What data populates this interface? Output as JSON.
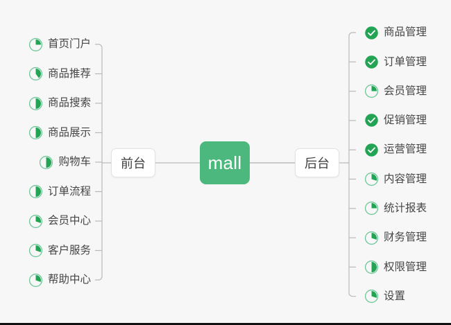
{
  "diagram": {
    "type": "mind-map",
    "background_color": "#f7f7f7",
    "accent_color": "#4cb87e",
    "done_color": "#23a455",
    "text_color": "#454545",
    "connector_color": "#b9b9b9",
    "root": {
      "label": "mall"
    },
    "branches": [
      {
        "id": "frontend",
        "label": "前台",
        "side": "left",
        "items": [
          {
            "label": "首页门户",
            "status": "in-progress",
            "progress": 25
          },
          {
            "label": "商品推荐",
            "status": "in-progress",
            "progress": 40
          },
          {
            "label": "商品搜索",
            "status": "in-progress",
            "progress": 50
          },
          {
            "label": "商品展示",
            "status": "in-progress",
            "progress": 50
          },
          {
            "label": "购物车",
            "status": "in-progress",
            "progress": 50
          },
          {
            "label": "订单流程",
            "status": "in-progress",
            "progress": 50
          },
          {
            "label": "会员中心",
            "status": "in-progress",
            "progress": 30
          },
          {
            "label": "客户服务",
            "status": "in-progress",
            "progress": 30
          },
          {
            "label": "帮助中心",
            "status": "in-progress",
            "progress": 30
          }
        ]
      },
      {
        "id": "backend",
        "label": "后台",
        "side": "right",
        "items": [
          {
            "label": "商品管理",
            "status": "done",
            "progress": 100
          },
          {
            "label": "订单管理",
            "status": "done",
            "progress": 100
          },
          {
            "label": "会员管理",
            "status": "in-progress",
            "progress": 25
          },
          {
            "label": "促销管理",
            "status": "done",
            "progress": 100
          },
          {
            "label": "运营管理",
            "status": "done",
            "progress": 100
          },
          {
            "label": "内容管理",
            "status": "in-progress",
            "progress": 30
          },
          {
            "label": "统计报表",
            "status": "in-progress",
            "progress": 25
          },
          {
            "label": "财务管理",
            "status": "in-progress",
            "progress": 30
          },
          {
            "label": "权限管理",
            "status": "in-progress",
            "progress": 50
          },
          {
            "label": "设置",
            "status": "in-progress",
            "progress": 30
          }
        ]
      }
    ],
    "icons": {
      "done": "check-circle-icon",
      "in_progress": "pie-progress-icon"
    }
  }
}
